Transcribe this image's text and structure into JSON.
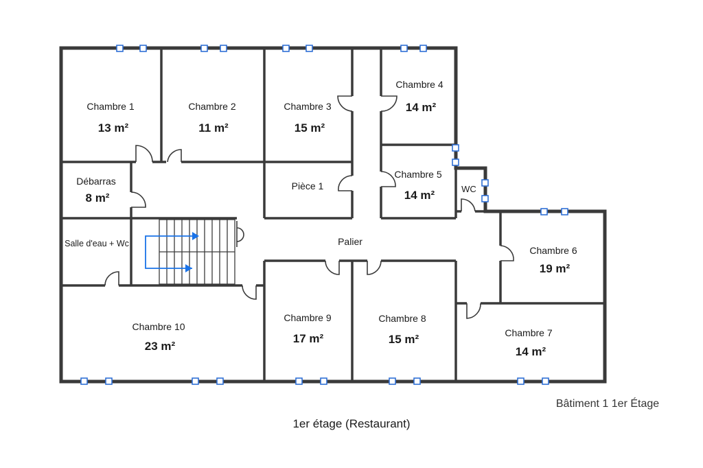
{
  "rooms": [
    {
      "label": "Chambre 1",
      "area": "13 m²"
    },
    {
      "label": "Chambre 2",
      "area": "11 m²"
    },
    {
      "label": "Chambre 3",
      "area": "15 m²"
    },
    {
      "label": "Chambre 4",
      "area": "14 m²"
    },
    {
      "label": "Chambre 5",
      "area": "14 m²"
    },
    {
      "label": "Chambre 6",
      "area": "19 m²"
    },
    {
      "label": "Chambre 7",
      "area": "14 m²"
    },
    {
      "label": "Chambre 8",
      "area": "15 m²"
    },
    {
      "label": "Chambre 9",
      "area": "17 m²"
    },
    {
      "label": "Chambre 10",
      "area": "23 m²"
    },
    {
      "label": "Débarras",
      "area": "8 m²"
    },
    {
      "label": "Pièce 1",
      "area": ""
    },
    {
      "label": "Salle d'eau + Wc",
      "area": ""
    },
    {
      "label": "WC",
      "area": ""
    },
    {
      "label": "Palier",
      "area": ""
    }
  ],
  "caption": {
    "main": "1er étage (Restaurant)",
    "building": "Bâtiment 1 1er Étage"
  },
  "colors": {
    "wall": "#3a3a3a",
    "window": "#2f6fd6",
    "stair_arrow": "#1a73e8"
  }
}
